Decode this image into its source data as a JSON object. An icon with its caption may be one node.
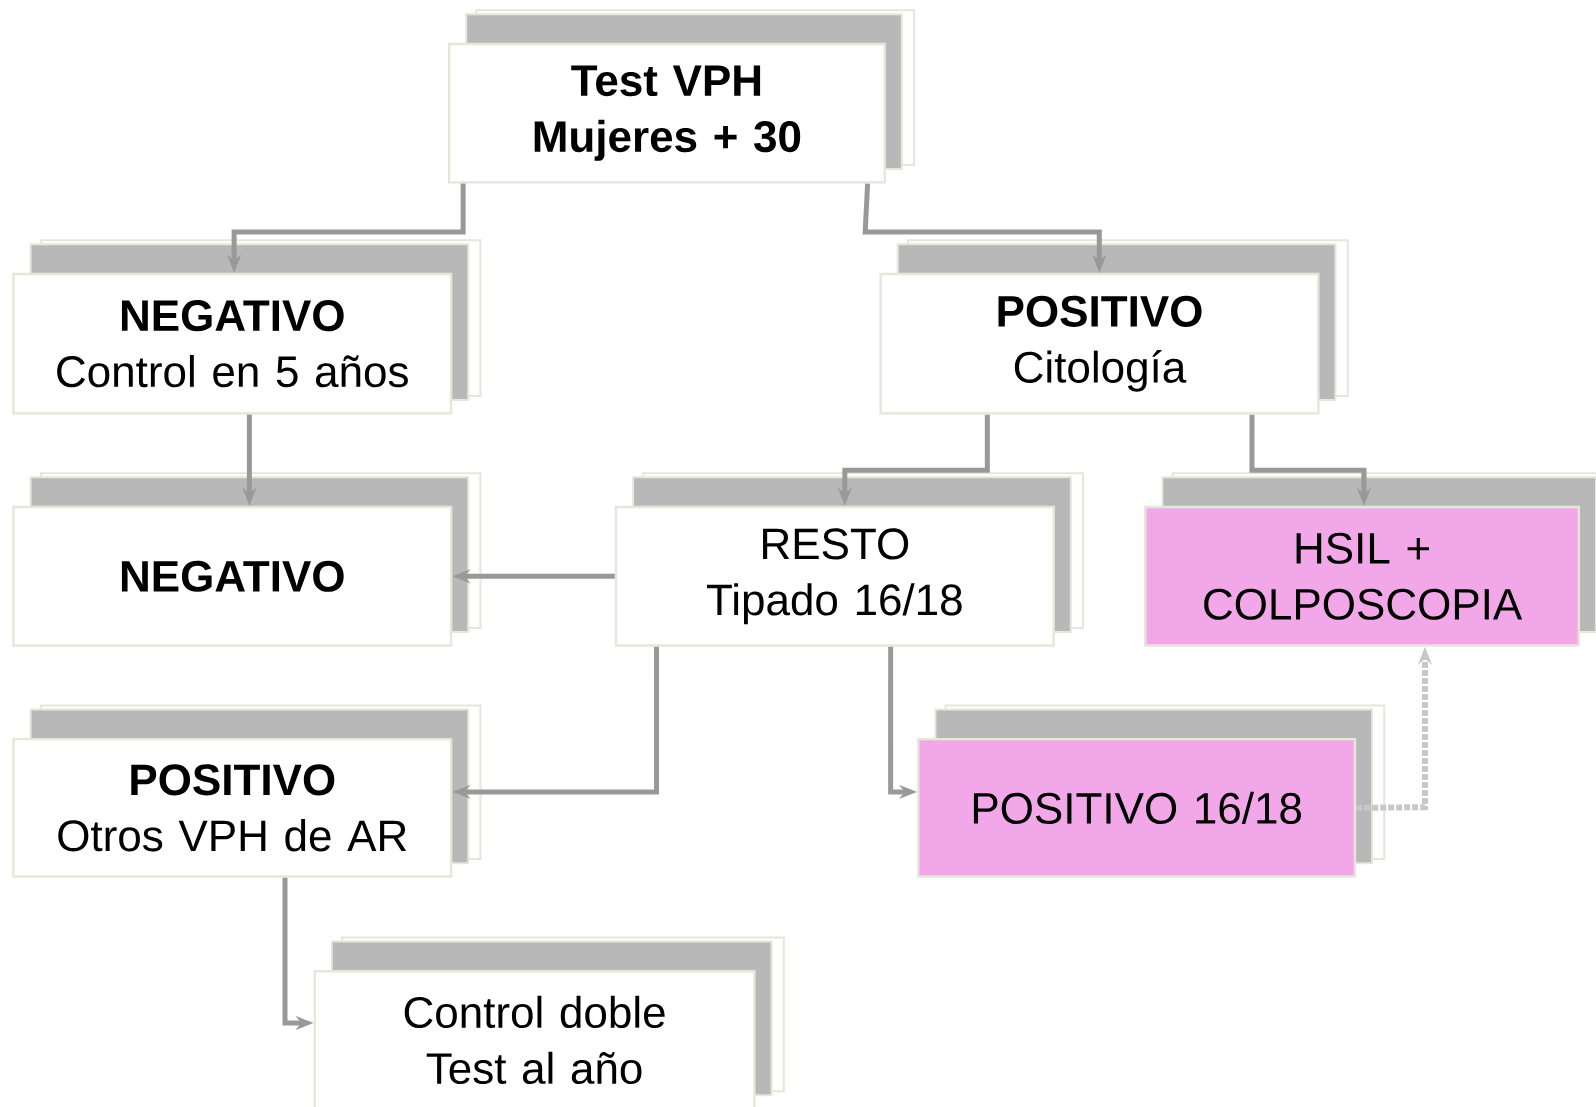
{
  "diagram": {
    "nodes": [
      {
        "text": [
          "Test VPH Mujeres + 30"
        ]
      },
      {
        "text": [
          "NEGATIVO",
          "Control en 5 años"
        ]
      },
      {
        "text": [
          "POSITIVO",
          "Citología"
        ]
      },
      {
        "text": [
          "NEGATIVO"
        ]
      },
      {
        "text": [
          "RESTO Tipado 16/18"
        ]
      },
      {
        "text": [
          "HSIL + COLPOSCOPIA"
        ]
      },
      {
        "text": [
          "POSITIVO",
          "Otros VPH de AR"
        ]
      },
      {
        "text": [
          "POSITIVO 16/18"
        ]
      },
      {
        "text": [
          "Control doble Test al año"
        ]
      }
    ],
    "edges": [
      {
        "from": 0,
        "to": 1,
        "arrow": "to"
      },
      {
        "from": 0,
        "to": 2,
        "arrow": "to"
      },
      {
        "from": 1,
        "to": 3,
        "arrow": "to"
      },
      {
        "from": 2,
        "to": 4,
        "arrow": "to"
      },
      {
        "from": 2,
        "to": 5,
        "arrow": "to"
      },
      {
        "from": 4,
        "to": 3,
        "arrow": "to"
      },
      {
        "from": 4,
        "to": 6,
        "arrow": "to"
      },
      {
        "from": 4,
        "to": 7,
        "arrow": "to"
      },
      {
        "from": 6,
        "to": 8,
        "arrow": "to"
      },
      {
        "from": 7,
        "to": 5,
        "arrow": "to",
        "style": "dashed",
        "color": "#c8c8c8"
      }
    ]
  }
}
